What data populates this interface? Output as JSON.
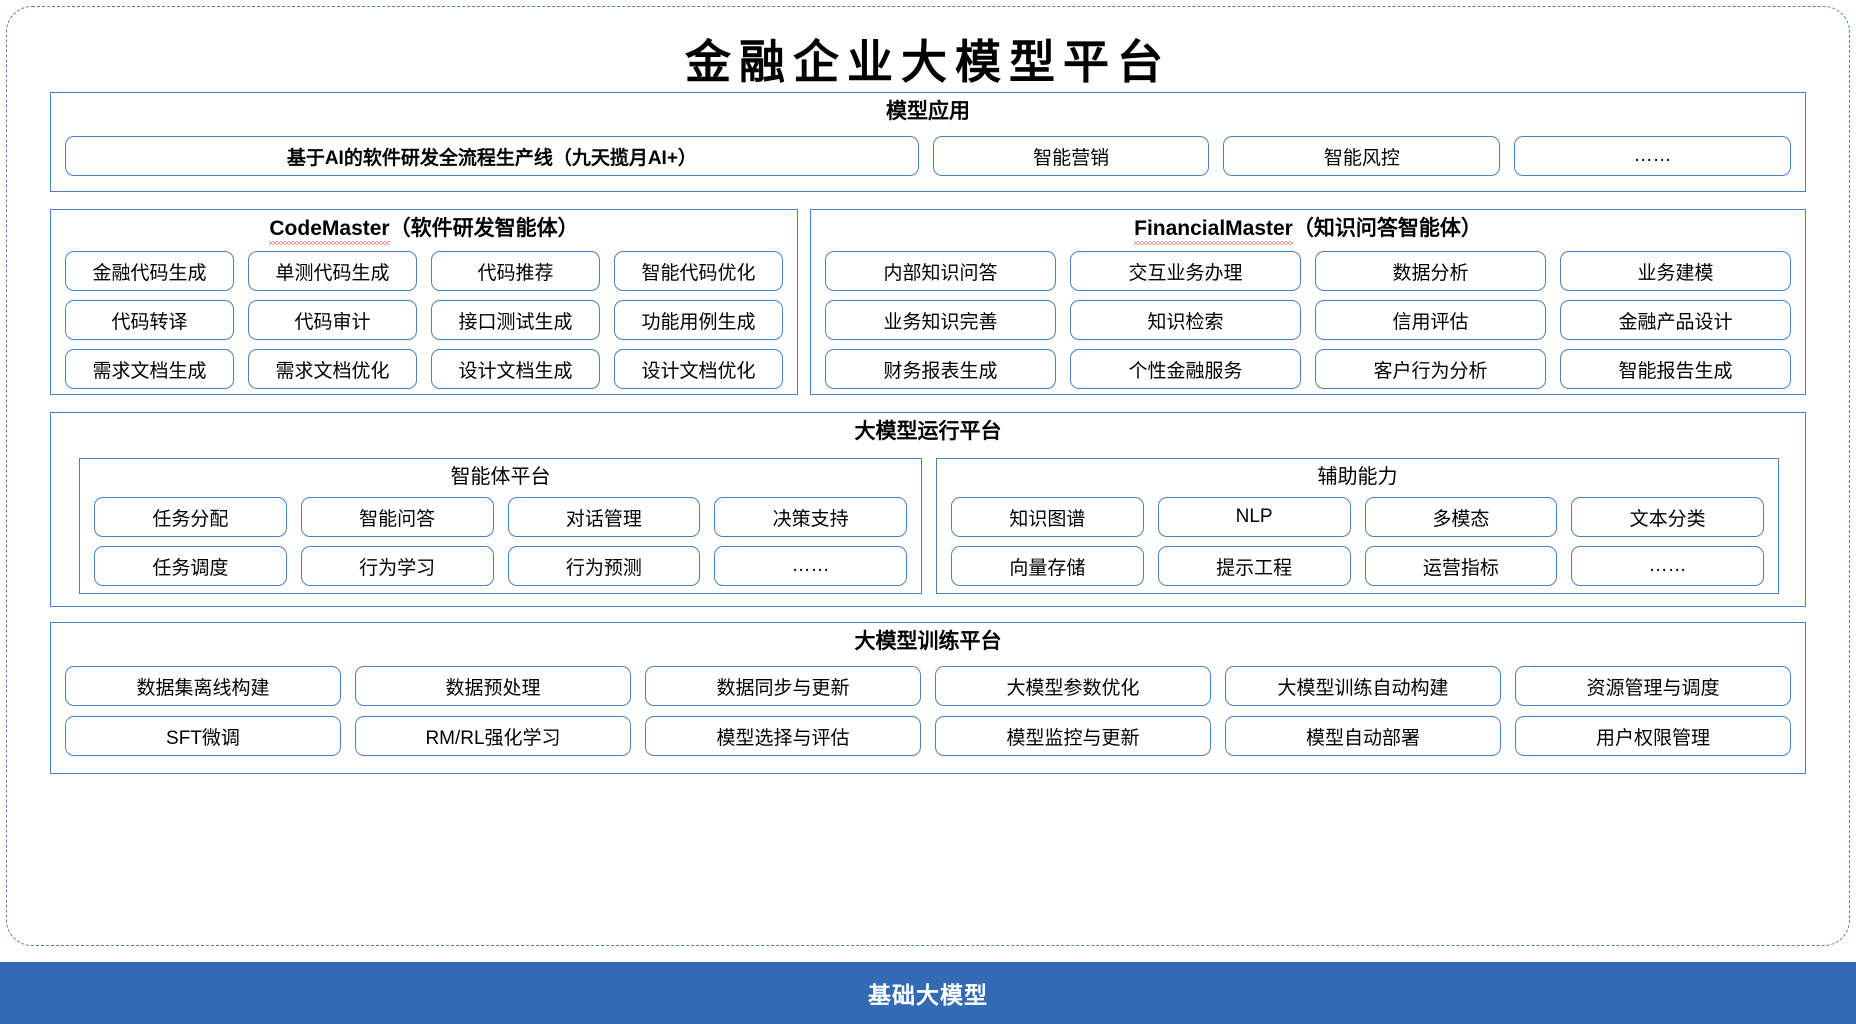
{
  "title": "金融企业大模型平台",
  "model_application": {
    "heading": "模型应用",
    "items": [
      "基于AI的软件研发全流程生产线（九天揽月AI+）",
      "智能营销",
      "智能风控",
      "……"
    ]
  },
  "agents": [
    {
      "name_latin": "CodeMaster",
      "name_cn": "（软件研发智能体）",
      "rows": [
        [
          "金融代码生成",
          "单测代码生成",
          "代码推荐",
          "智能代码优化"
        ],
        [
          "代码转译",
          "代码审计",
          "接口测试生成",
          "功能用例生成"
        ],
        [
          "需求文档生成",
          "需求文档优化",
          "设计文档生成",
          "设计文档优化"
        ]
      ]
    },
    {
      "name_latin": "FinancialMaster",
      "name_cn": "（知识问答智能体）",
      "rows": [
        [
          "内部知识问答",
          "交互业务办理",
          "数据分析",
          "业务建模"
        ],
        [
          "业务知识完善",
          "知识检索",
          "信用评估",
          "金融产品设计"
        ],
        [
          "财务报表生成",
          "个性金融服务",
          "客户行为分析",
          "智能报告生成"
        ]
      ]
    }
  ],
  "runtime_platform": {
    "heading": "大模型运行平台",
    "subsections": [
      {
        "heading": "智能体平台",
        "rows": [
          [
            "任务分配",
            "智能问答",
            "对话管理",
            "决策支持"
          ],
          [
            "任务调度",
            "行为学习",
            "行为预测",
            "……"
          ]
        ]
      },
      {
        "heading": "辅助能力",
        "rows": [
          [
            "知识图谱",
            "NLP",
            "多模态",
            "文本分类"
          ],
          [
            "向量存储",
            "提示工程",
            "运营指标",
            "……"
          ]
        ]
      }
    ]
  },
  "training_platform": {
    "heading": "大模型训练平台",
    "rows": [
      [
        "数据集离线构建",
        "数据预处理",
        "数据同步与更新",
        "大模型参数优化",
        "大模型训练自动构建",
        "资源管理与调度"
      ],
      [
        "SFT微调",
        "RM/RL强化学习",
        "模型选择与评估",
        "模型监控与更新",
        "模型自动部署",
        "用户权限管理"
      ]
    ]
  },
  "foundation": {
    "label": "基础大模型"
  },
  "colors": {
    "border_blue": "#4f81bd",
    "footer_blue": "#336ab4",
    "spellcheck_red": "#e03030"
  }
}
